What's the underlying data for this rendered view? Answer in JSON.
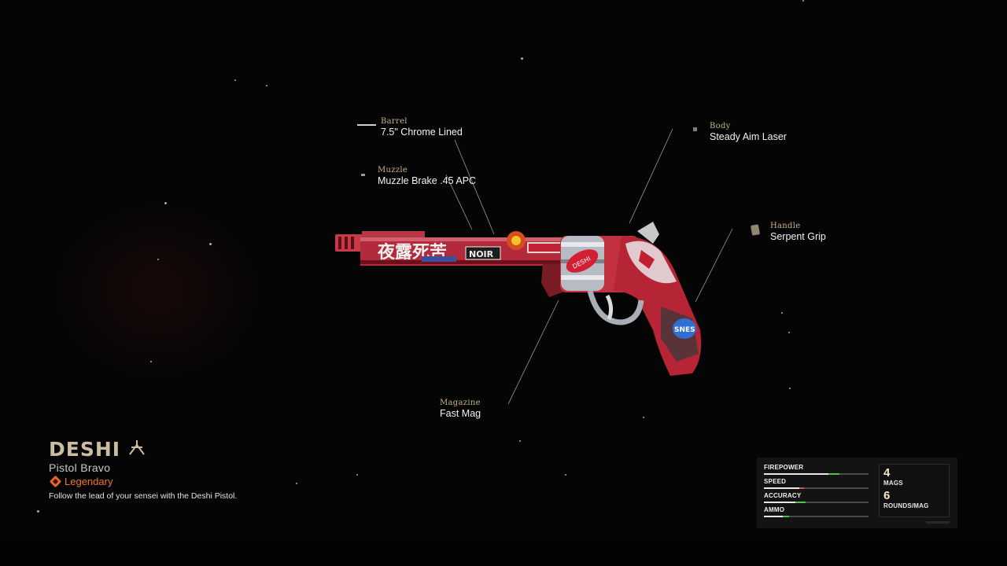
{
  "weapon": {
    "name": "DESHI",
    "class": "Pistol Bravo",
    "rarity": "Legendary",
    "description": "Follow the lead of your sensei with the Deshi Pistol.",
    "rarity_color": "#f0762f",
    "name_color": "#cdbda0"
  },
  "attachments": [
    {
      "category": "Barrel",
      "value": "7.5\" Chrome Lined"
    },
    {
      "category": "Muzzle",
      "value": "Muzzle Brake .45 APC"
    },
    {
      "category": "Body",
      "value": "Steady Aim Laser"
    },
    {
      "category": "Handle",
      "value": "Serpent Grip"
    },
    {
      "category": "Magazine",
      "value": "Fast Mag"
    }
  ],
  "stats": [
    {
      "label": "FIREPOWER",
      "base": 0.62,
      "modifier": 0.1,
      "modifier_color": "#4fc24f"
    },
    {
      "label": "SPEED",
      "base": 0.34,
      "modifier": 0.04,
      "modifier_color": "#d9534f"
    },
    {
      "label": "ACCURACY",
      "base": 0.3,
      "modifier": 0.1,
      "modifier_color": "#4fc24f"
    },
    {
      "label": "AMMO",
      "base": 0.18,
      "modifier": 0.06,
      "modifier_color": "#4fc24f"
    }
  ],
  "ammo": {
    "mags_count": "4",
    "mags_label": "MAGS",
    "rounds_count": "6",
    "rounds_label": "ROUNDS/MAG"
  }
}
